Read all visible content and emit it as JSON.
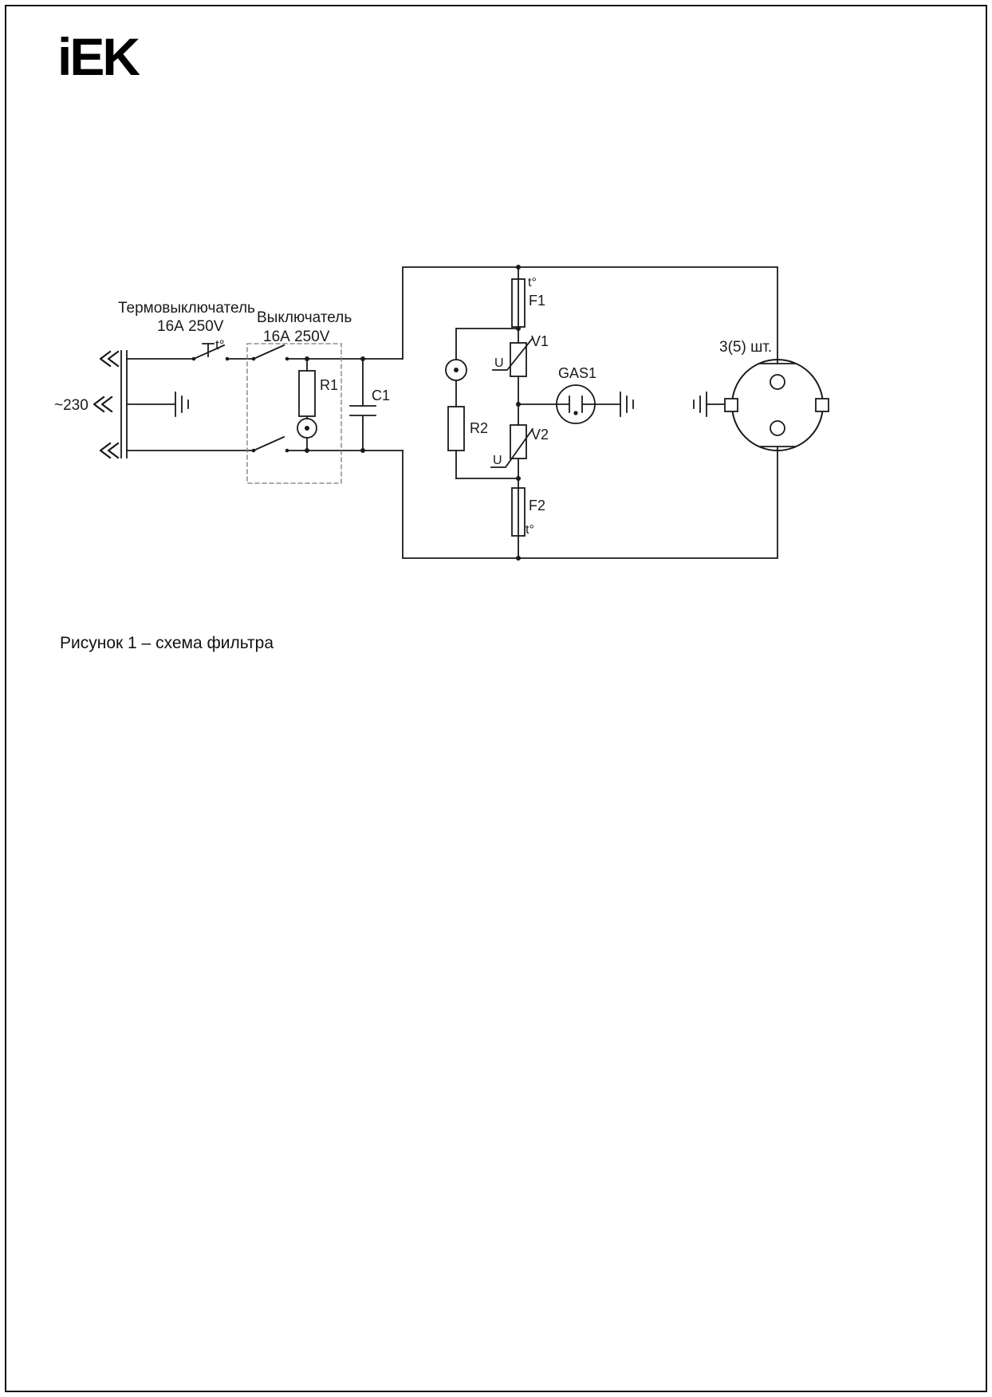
{
  "page": {
    "logo": "iEK",
    "caption": "Рисунок 1 – схема фильтра",
    "colors": {
      "ink": "#141414",
      "background": "#ffffff"
    }
  },
  "schematic": {
    "input_voltage": "~230",
    "thermal_switch": {
      "title": "Термовыключатель",
      "rating": "16А 250V",
      "thermal_mark": "t°"
    },
    "main_switch": {
      "title": "Выключатель",
      "rating": "16А 250V"
    },
    "labels": {
      "r1": "R1",
      "c1": "C1",
      "r2": "R2",
      "f1": "F1",
      "f1_thermal": "t°",
      "f2": "F2",
      "f2_thermal": "t°",
      "v1": "V1",
      "v1_u": "U",
      "v2": "V2",
      "v2_u": "U",
      "gas1": "GAS1",
      "socket_count": "3(5) шт."
    }
  }
}
